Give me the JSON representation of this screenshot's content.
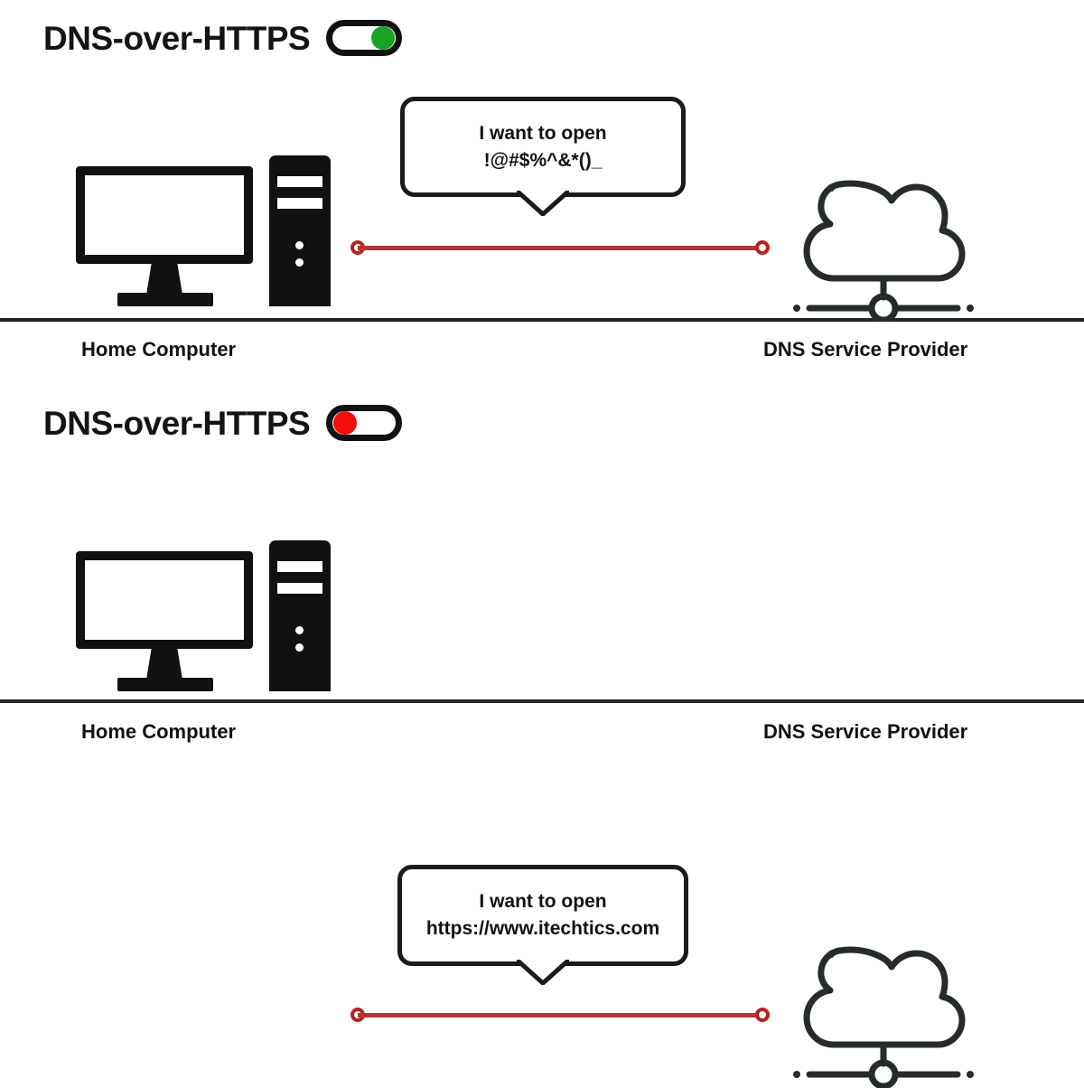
{
  "panels": [
    {
      "id": "doh-enabled",
      "heading": "DNS-over-HTTPS",
      "toggle": {
        "state": "on",
        "knob_color": "#17a327",
        "track_color": "#111111"
      },
      "bubble": {
        "line1": "I want to open",
        "line2": "!@#$%^&*()_"
      },
      "endpoints": {
        "left_label": "Home Computer",
        "right_label": "DNS Service Provider"
      },
      "link_color": "#b23636",
      "node_color": "#b81f1f"
    },
    {
      "id": "doh-disabled",
      "heading": "DNS-over-HTTPS",
      "toggle": {
        "state": "off",
        "knob_color": "#f50d0d",
        "track_color": "#111111"
      },
      "bubble": {
        "line1": "I want to open",
        "line2": "https://www.itechtics.com"
      },
      "endpoints": {
        "left_label": "Home Computer",
        "right_label": "DNS Service Provider"
      },
      "link_color": "#b23636",
      "node_color": "#b81f1f"
    }
  ],
  "icons": {
    "computer": "desktop-computer-icon",
    "cloud": "cloud-network-icon",
    "toggle": "toggle-switch-icon",
    "bubble": "speech-bubble-icon"
  },
  "colors": {
    "background": "#ffffff",
    "ink": "#111111",
    "cloud_stroke": "#262b2b",
    "accent_red": "#b23636",
    "accent_green": "#17a327"
  }
}
